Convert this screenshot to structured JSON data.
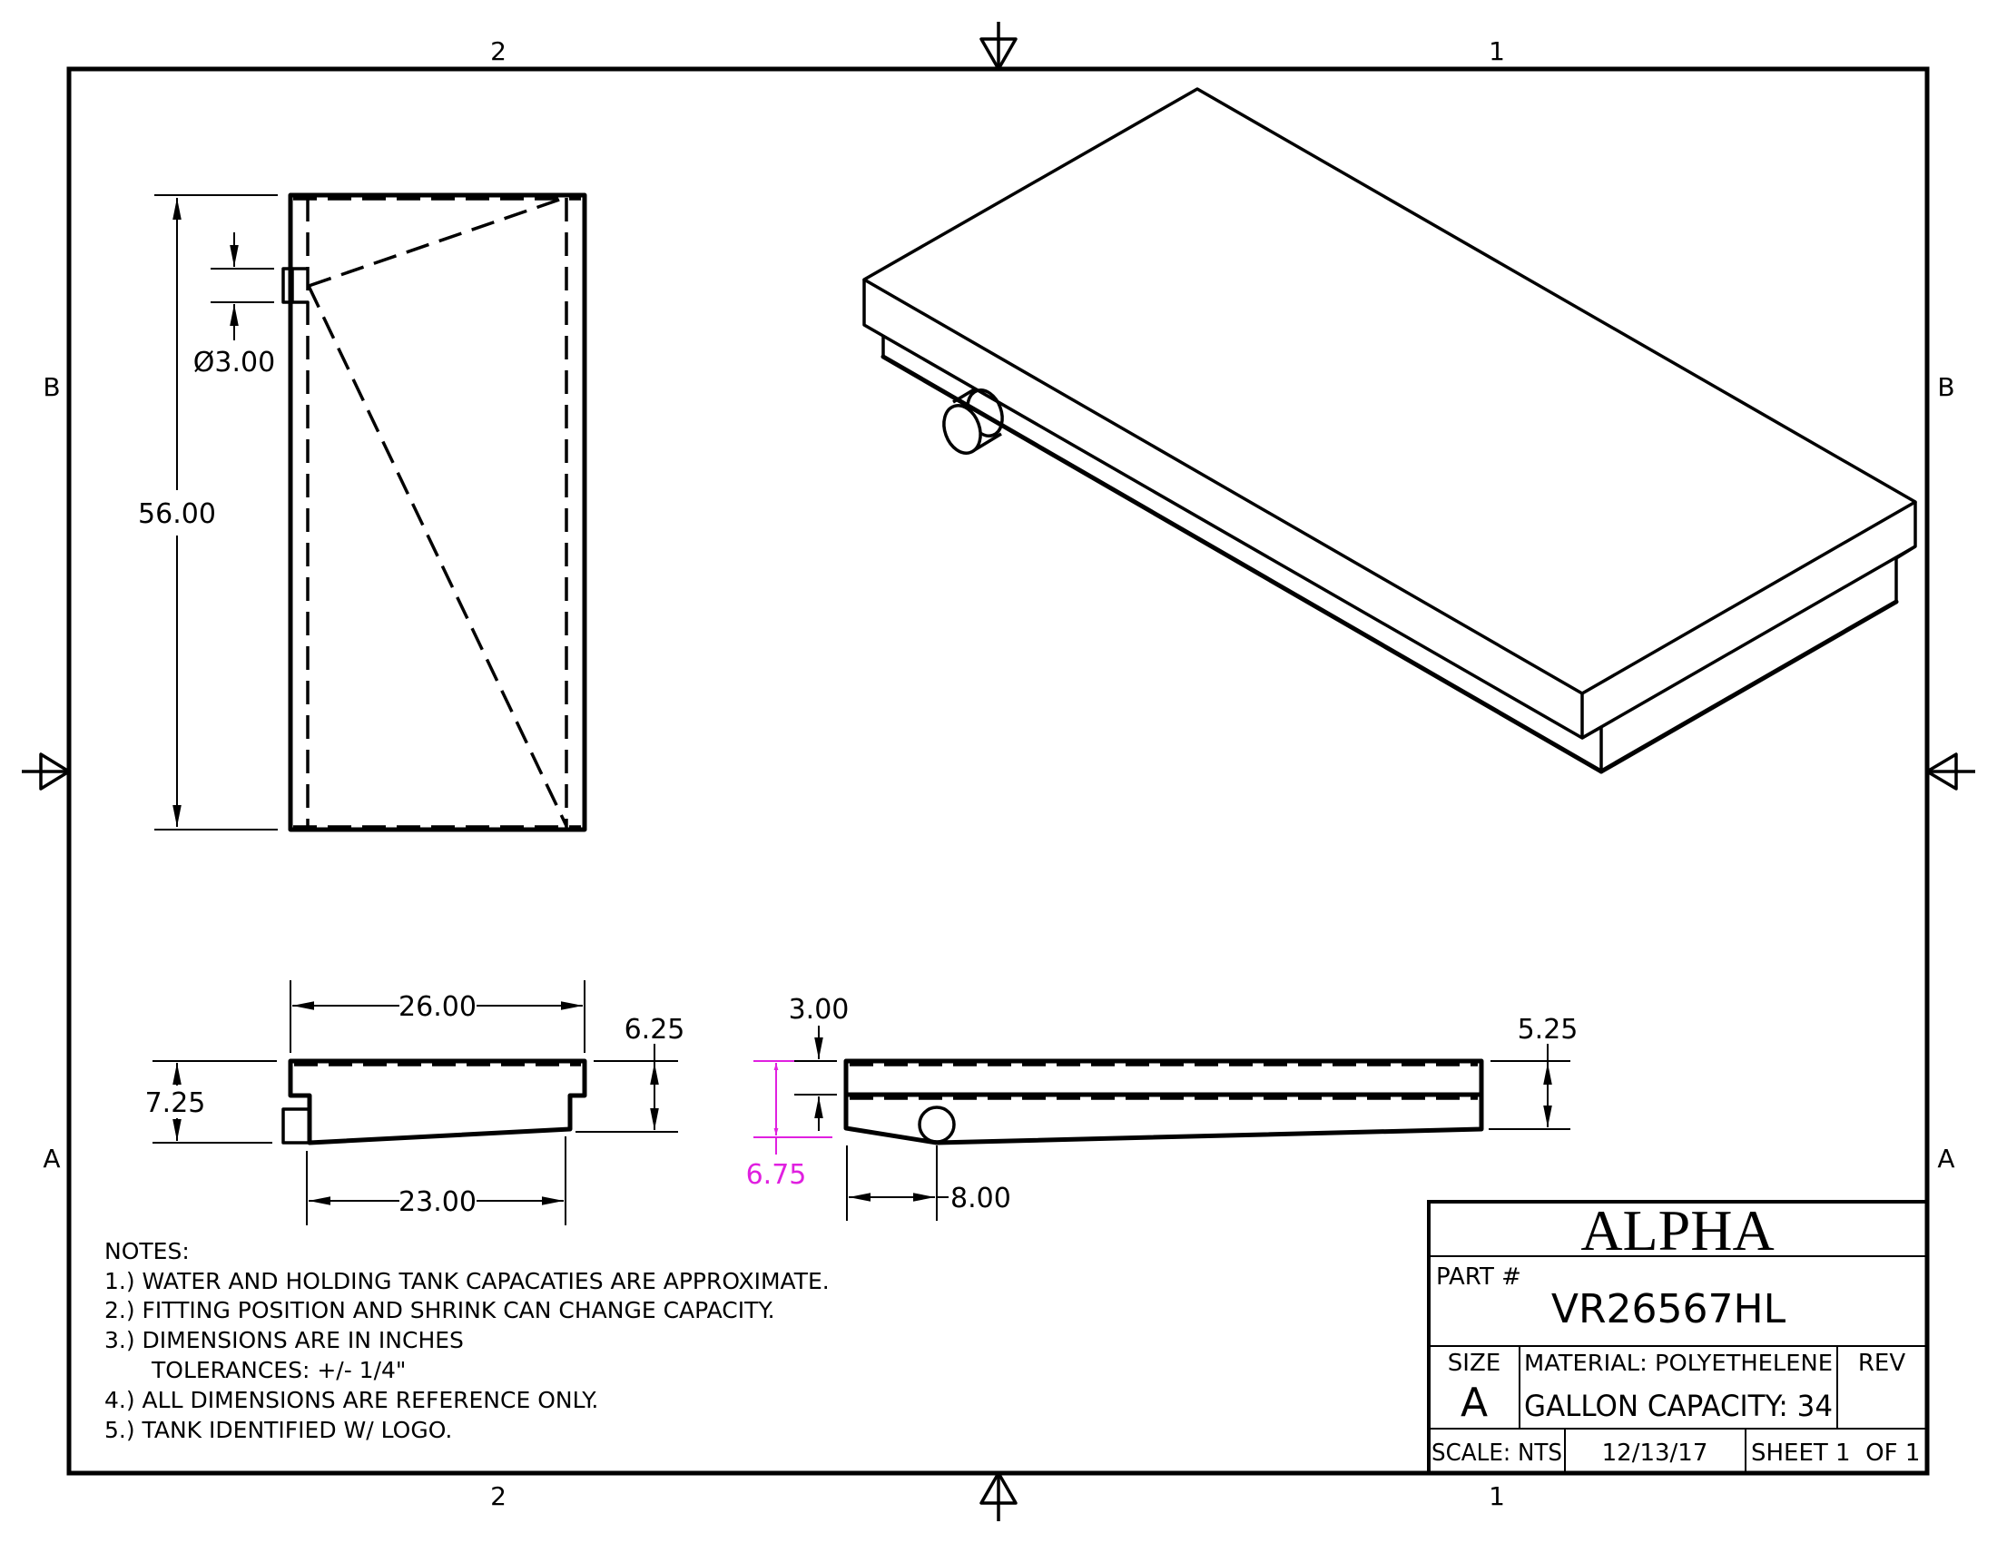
{
  "sheet": {
    "zone_columns": [
      "2",
      "1"
    ],
    "zone_rows": [
      "B",
      "A"
    ]
  },
  "top_view": {
    "height_dim": "56.00",
    "fitting_dim": "Ø3.00"
  },
  "front_view": {
    "top_width_dim": "26.00",
    "bottom_width_dim": "23.00",
    "left_height_dim": "7.25",
    "right_height_dim": "6.25"
  },
  "side_view": {
    "fitting_offset_dim": "3.00",
    "fitting_height_dim": "6.75",
    "fitting_position_dim": "8.00",
    "end_height_dim": "5.25",
    "highlight_color": "#e020e0"
  },
  "notes": {
    "heading": "NOTES:",
    "items": [
      "1.) WATER AND HOLDING TANK CAPACATIES ARE APPROXIMATE.",
      "2.) FITTING POSITION AND SHRINK CAN CHANGE CAPACITY.",
      "3.) DIMENSIONS ARE IN INCHES",
      "TOLERANCES: +/-  1/4\"",
      "4.) ALL DIMENSIONS ARE REFERENCE ONLY.",
      "5.) TANK IDENTIFIED W/ LOGO."
    ]
  },
  "title_block": {
    "company": "ALPHA",
    "part_label": "PART #",
    "part_number": "VR26567HL",
    "size_label": "SIZE",
    "size_value": "A",
    "material": "MATERIAL: POLYETHELENE",
    "capacity": "GALLON CAPACITY: 34",
    "rev_label": "REV",
    "scale": "SCALE: NTS",
    "date": "12/13/17",
    "sheet": "SHEET 1  OF 1"
  }
}
